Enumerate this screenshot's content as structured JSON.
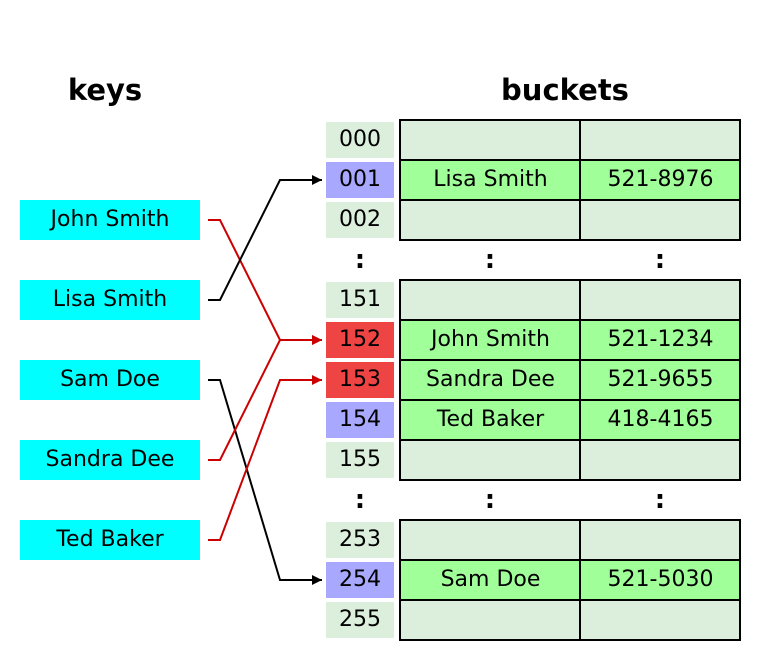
{
  "headers": {
    "keys": "keys",
    "buckets": "buckets"
  },
  "keys": [
    "John Smith",
    "Lisa Smith",
    "Sam Doe",
    "Sandra Dee",
    "Ted Baker"
  ],
  "ellipsis": ":",
  "groups": [
    {
      "rows": [
        {
          "index": "000",
          "state": "empty",
          "name": "",
          "number": ""
        },
        {
          "index": "001",
          "state": "filled",
          "name": "Lisa Smith",
          "number": "521-8976"
        },
        {
          "index": "002",
          "state": "empty",
          "name": "",
          "number": ""
        }
      ]
    },
    {
      "rows": [
        {
          "index": "151",
          "state": "empty",
          "name": "",
          "number": ""
        },
        {
          "index": "152",
          "state": "collided",
          "name": "John Smith",
          "number": "521-1234"
        },
        {
          "index": "153",
          "state": "collided",
          "name": "Sandra Dee",
          "number": "521-9655"
        },
        {
          "index": "154",
          "state": "filled",
          "name": "Ted Baker",
          "number": "418-4165"
        },
        {
          "index": "155",
          "state": "empty",
          "name": "",
          "number": ""
        }
      ]
    },
    {
      "rows": [
        {
          "index": "253",
          "state": "empty",
          "name": "",
          "number": ""
        },
        {
          "index": "254",
          "state": "filled",
          "name": "Sam Doe",
          "number": "521-5030"
        },
        {
          "index": "255",
          "state": "empty",
          "name": "",
          "number": ""
        }
      ]
    }
  ],
  "mappings": [
    {
      "key": "John Smith",
      "index": "152",
      "color": "#cc0000"
    },
    {
      "key": "Lisa Smith",
      "index": "001",
      "color": "#000000"
    },
    {
      "key": "Sam Doe",
      "index": "254",
      "color": "#000000"
    },
    {
      "key": "Sandra Dee",
      "index": "152",
      "color": "#cc0000"
    },
    {
      "key": "Ted Baker",
      "index": "153",
      "color": "#cc0000"
    }
  ],
  "colors": {
    "key_fill": "#00ffff",
    "empty_bucket": "#dcefdc",
    "filled_index": "#a8a8ff",
    "collided_index": "#ee4444",
    "entry_fill": "#a0ff98",
    "collision_arrow": "#cc0000",
    "normal_arrow": "#000000"
  }
}
